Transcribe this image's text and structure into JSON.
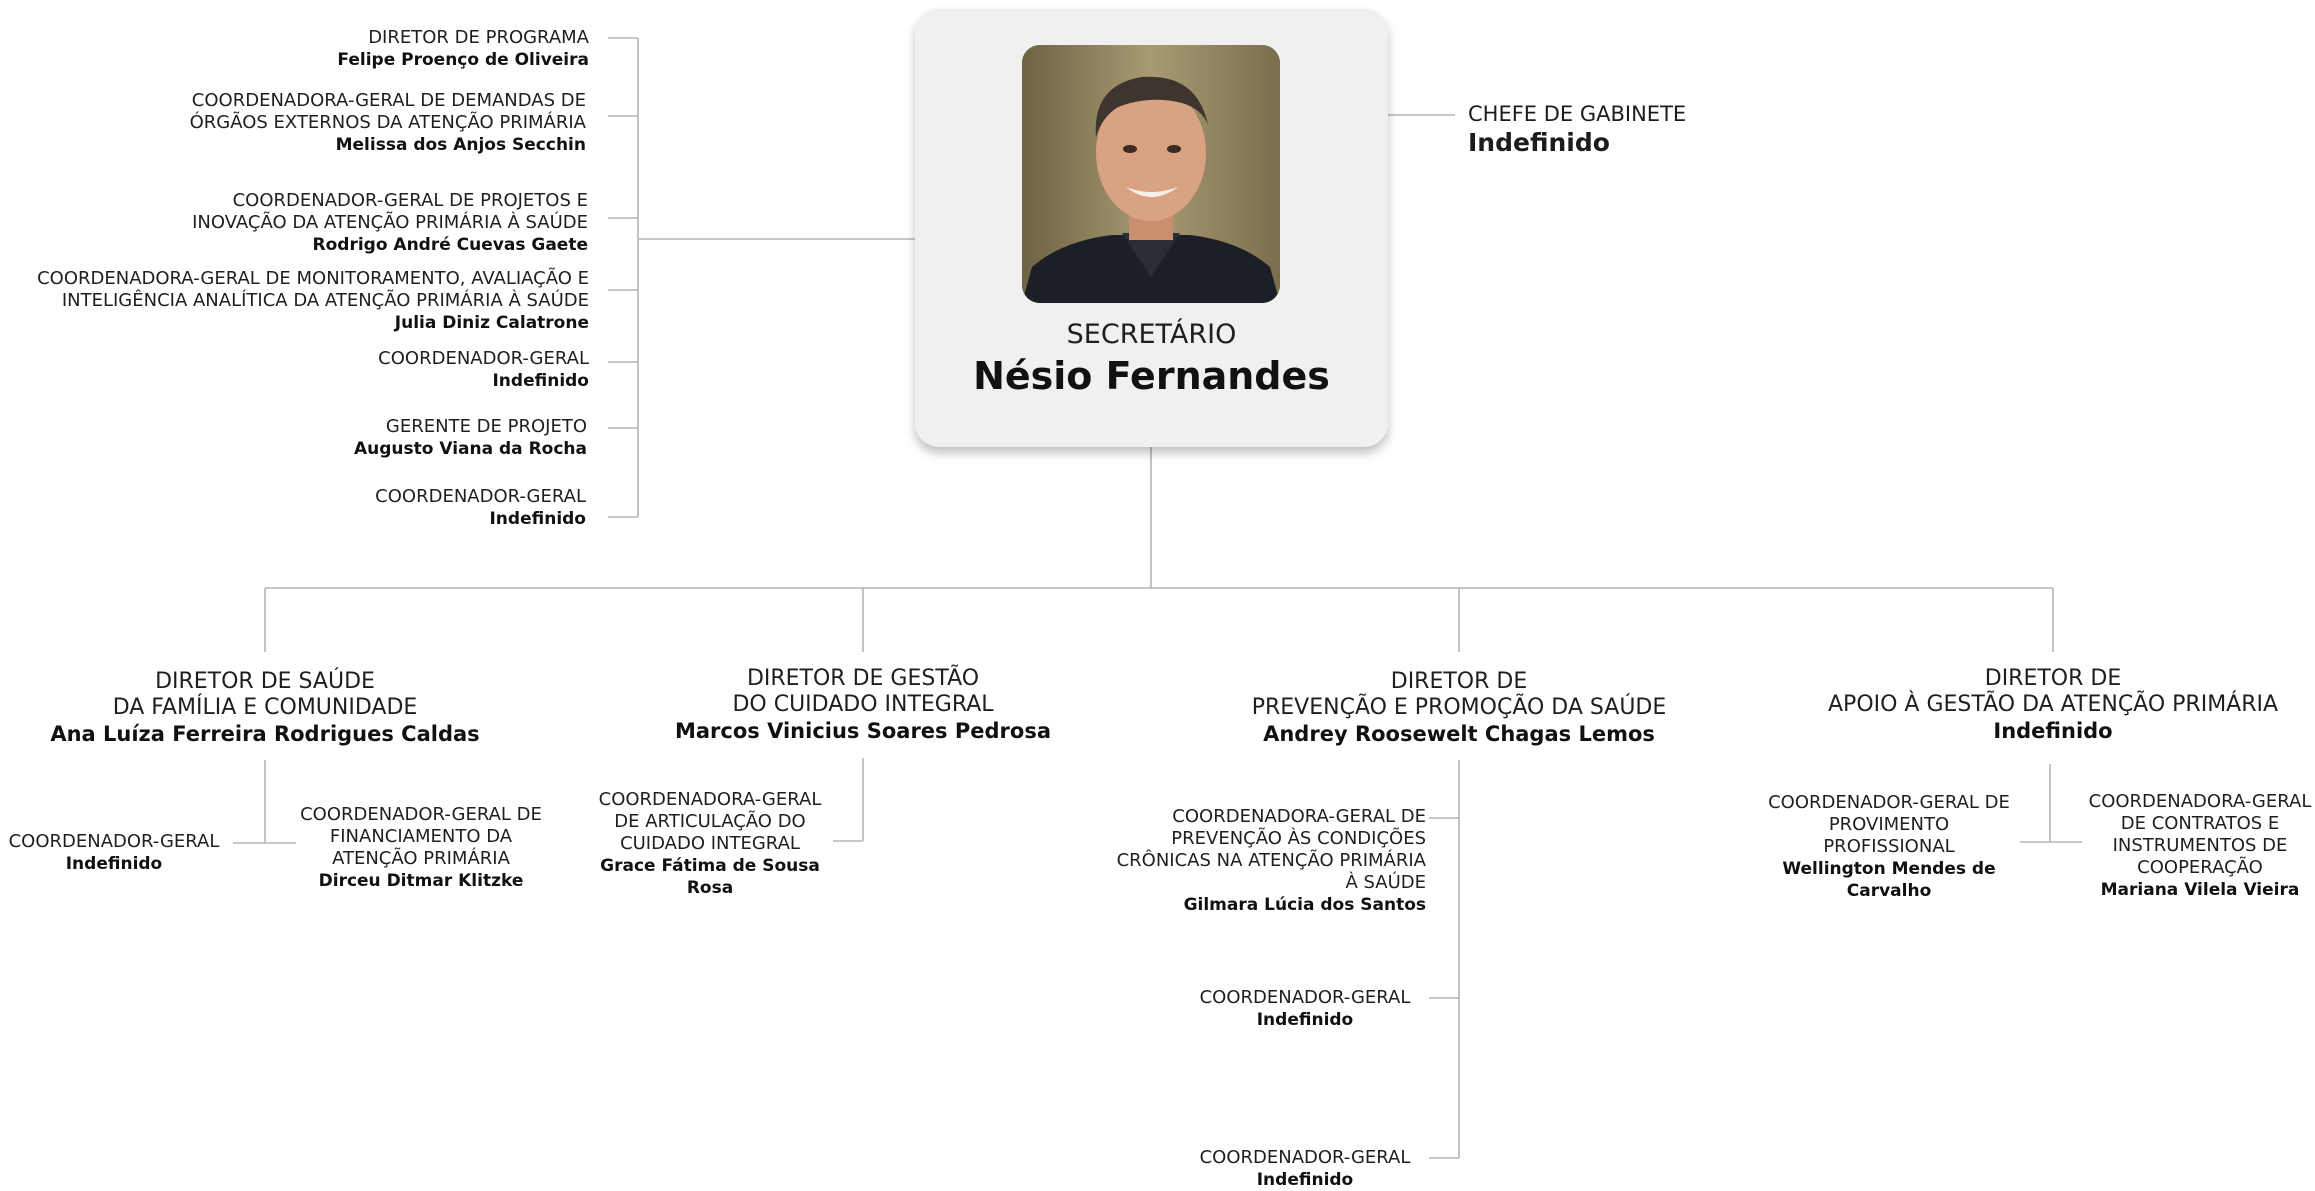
{
  "secretary": {
    "title": "SECRETÁRIO",
    "name": "Nésio Fernandes"
  },
  "chief": {
    "title": "CHEFE DE GABINETE",
    "name": "Indefinido"
  },
  "left_staff": [
    {
      "title": "DIRETOR DE PROGRAMA",
      "name": "Felipe Proenço de Oliveira"
    },
    {
      "title": "COORDENADORA-GERAL DE DEMANDAS DE\nÓRGÃOS EXTERNOS DA ATENÇÃO PRIMÁRIA",
      "name": "Melissa dos Anjos Secchin"
    },
    {
      "title": "COORDENADOR-GERAL DE PROJETOS E\nINOVAÇÃO DA ATENÇÃO PRIMÁRIA À SAÚDE",
      "name": "Rodrigo André Cuevas Gaete"
    },
    {
      "title": "COORDENADORA-GERAL DE MONITORAMENTO, AVALIAÇÃO E\nINTELIGÊNCIA ANALÍTICA DA ATENÇÃO PRIMÁRIA À SAÚDE",
      "name": "Julia Diniz Calatrone"
    },
    {
      "title": "COORDENADOR-GERAL",
      "name": "Indefinido"
    },
    {
      "title": "GERENTE DE PROJETO",
      "name": "Augusto Viana da Rocha"
    },
    {
      "title": "COORDENADOR-GERAL",
      "name": "Indefinido"
    }
  ],
  "directors": [
    {
      "title": "DIRETOR DE SAÚDE\nDA FAMÍLIA E COMUNIDADE",
      "name": "Ana Luíza Ferreira Rodrigues Caldas"
    },
    {
      "title": "DIRETOR DE GESTÃO\nDO CUIDADO INTEGRAL",
      "name": "Marcos Vinicius Soares Pedrosa"
    },
    {
      "title": "DIRETOR DE\nPREVENÇÃO E PROMOÇÃO DA SAÚDE",
      "name": "Andrey Roosewelt Chagas Lemos"
    },
    {
      "title": "DIRETOR DE\nAPOIO À GESTÃO DA ATENÇÃO PRIMÁRIA",
      "name": "Indefinido"
    }
  ],
  "d1_subs": [
    {
      "title": "COORDENADOR-GERAL",
      "name": "Indefinido"
    },
    {
      "title": "COORDENADOR-GERAL DE\nFINANCIAMENTO DA\nATENÇÃO PRIMÁRIA",
      "name": "Dirceu Ditmar Klitzke"
    }
  ],
  "d2_subs": [
    {
      "title": "COORDENADORA-GERAL\nDE ARTICULAÇÃO DO\nCUIDADO INTEGRAL",
      "name": "Grace Fátima de Sousa\nRosa"
    }
  ],
  "d3_subs": [
    {
      "title": "COORDENADORA-GERAL DE\nPREVENÇÃO ÀS CONDIÇÕES\nCRÔNICAS NA ATENÇÃO PRIMÁRIA\nÀ SAÚDE",
      "name": "Gilmara Lúcia dos Santos"
    },
    {
      "title": "COORDENADOR-GERAL",
      "name": "Indefinido"
    },
    {
      "title": "COORDENADOR-GERAL",
      "name": "Indefinido"
    }
  ],
  "d4_subs": [
    {
      "title": "COORDENADOR-GERAL DE\nPROVIMENTO\nPROFISSIONAL",
      "name": "Wellington Mendes de\nCarvalho"
    },
    {
      "title": "COORDENADORA-GERAL\nDE CONTRATOS E\nINSTRUMENTOS DE\nCOOPERAÇÃO",
      "name": "Mariana Vilela Vieira"
    }
  ],
  "colors": {
    "line": "#b5b5b5",
    "card_bg": "#f0f0f0"
  }
}
